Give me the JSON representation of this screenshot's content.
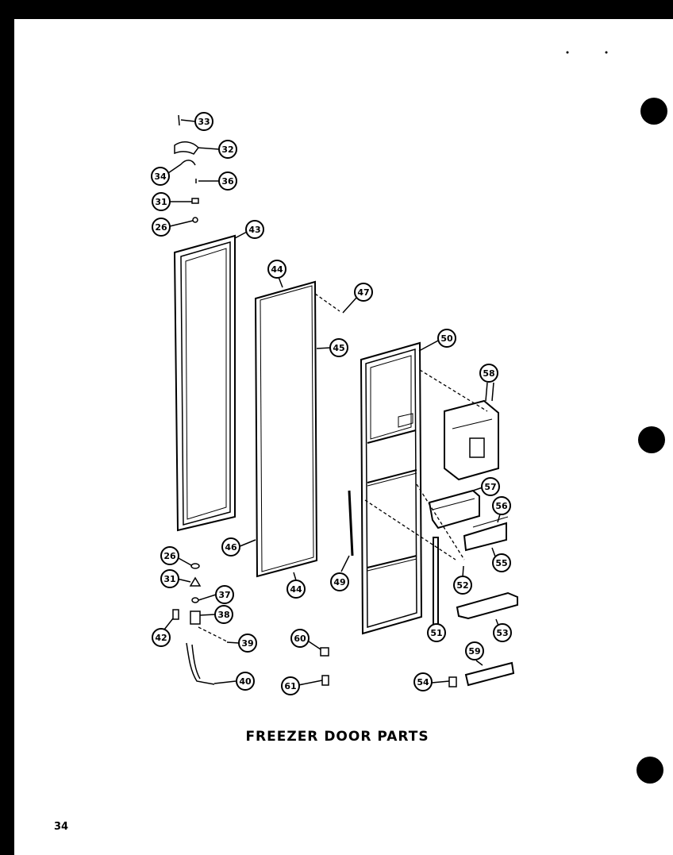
{
  "caption": "FREEZER DOOR PARTS",
  "page_number": "34",
  "callouts": [
    "33",
    "32",
    "34",
    "36",
    "31",
    "26",
    "43",
    "44",
    "47",
    "45",
    "50",
    "58",
    "57",
    "56",
    "55",
    "46",
    "44",
    "26",
    "31",
    "37",
    "38",
    "42",
    "39",
    "40",
    "60",
    "61",
    "49",
    "52",
    "51",
    "53",
    "59",
    "54"
  ]
}
